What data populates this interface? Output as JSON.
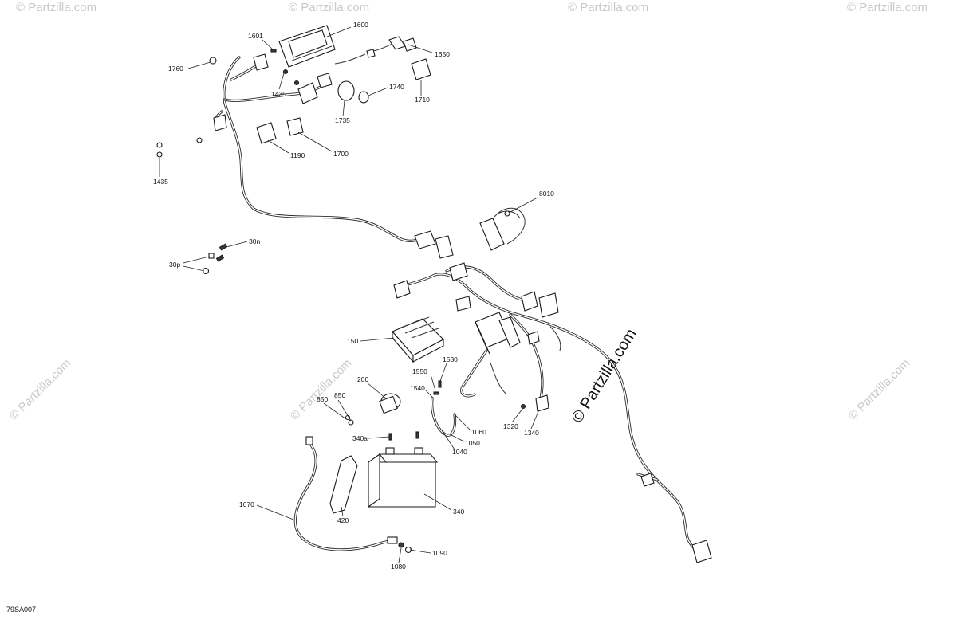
{
  "diagram_code": "79SA007",
  "watermarks": {
    "main": "© Partzilla.com",
    "faint": "© Partzilla.com"
  },
  "callouts": [
    {
      "id": "c1600",
      "text": "1600"
    },
    {
      "id": "c1601",
      "text": "1601"
    },
    {
      "id": "c1650",
      "text": "1650"
    },
    {
      "id": "c1760",
      "text": "1760"
    },
    {
      "id": "c1435a",
      "text": "1435"
    },
    {
      "id": "c1740",
      "text": "1740"
    },
    {
      "id": "c1710",
      "text": "1710"
    },
    {
      "id": "c1735",
      "text": "1735"
    },
    {
      "id": "c1190",
      "text": "1190"
    },
    {
      "id": "c1700",
      "text": "1700"
    },
    {
      "id": "c1435b",
      "text": "1435"
    },
    {
      "id": "c8010",
      "text": "8010"
    },
    {
      "id": "c30n",
      "text": "30n"
    },
    {
      "id": "c30p",
      "text": "30p"
    },
    {
      "id": "c150",
      "text": "150"
    },
    {
      "id": "c1530",
      "text": "1530"
    },
    {
      "id": "c1550",
      "text": "1550"
    },
    {
      "id": "c200",
      "text": "200"
    },
    {
      "id": "c1540",
      "text": "1540"
    },
    {
      "id": "c850a",
      "text": "850"
    },
    {
      "id": "c850b",
      "text": "850"
    },
    {
      "id": "c1060",
      "text": "1060"
    },
    {
      "id": "c1050",
      "text": "1050"
    },
    {
      "id": "c1040",
      "text": "1040"
    },
    {
      "id": "c1320",
      "text": "1320"
    },
    {
      "id": "c1340",
      "text": "1340"
    },
    {
      "id": "c340a",
      "text": "340a"
    },
    {
      "id": "c340",
      "text": "340"
    },
    {
      "id": "c1070",
      "text": "1070"
    },
    {
      "id": "c420",
      "text": "420"
    },
    {
      "id": "c1090",
      "text": "1090"
    },
    {
      "id": "c1080",
      "text": "1080"
    }
  ]
}
